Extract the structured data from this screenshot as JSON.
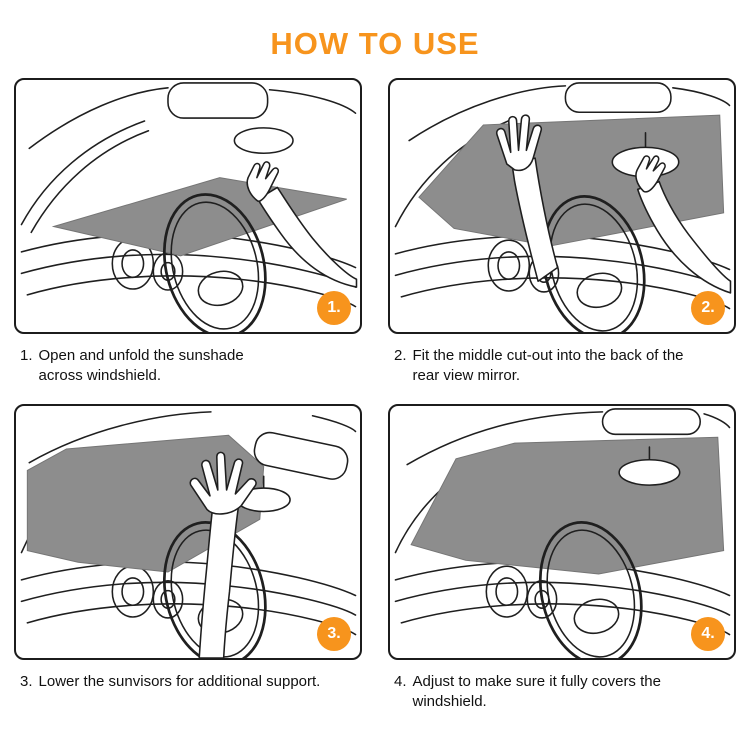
{
  "title": "HOW TO USE",
  "colors": {
    "accent": "#F7941D",
    "shade_gray": "#8D8D8D"
  },
  "steps": [
    {
      "badge": "1.",
      "number": "1.",
      "caption": "Open and unfold the sunshade\nacross windshield."
    },
    {
      "badge": "2.",
      "number": "2.",
      "caption": "Fit the middle cut-out into the back of the\nrear view mirror."
    },
    {
      "badge": "3.",
      "number": "3.",
      "caption": "Lower the sunvisors for additional support."
    },
    {
      "badge": "4.",
      "number": "4.",
      "caption": "Adjust to make sure it fully covers the\nwindshield."
    }
  ]
}
